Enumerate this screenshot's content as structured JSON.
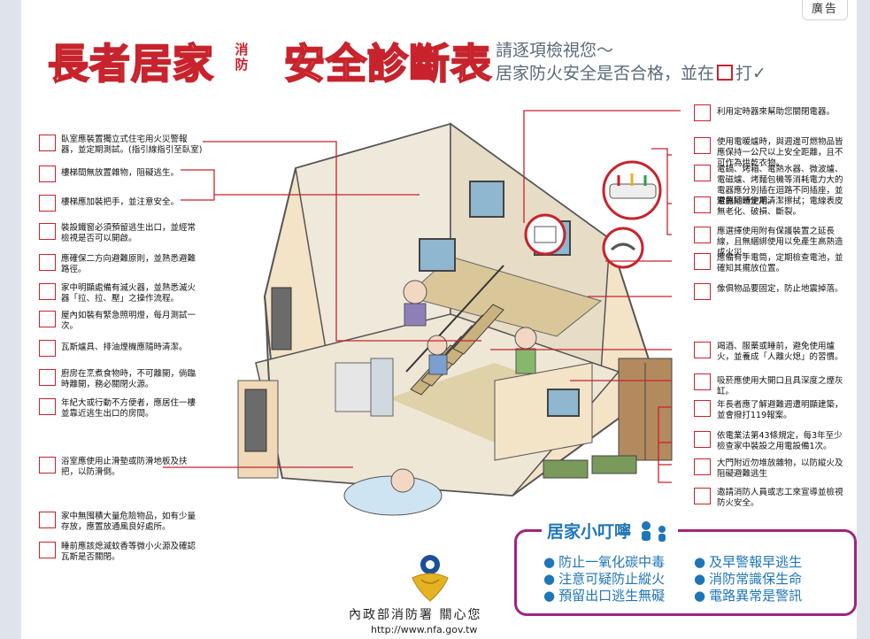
{
  "ad_label": "廣告",
  "title": {
    "part1": "長者居家",
    "small": "消防",
    "part2": "安全診斷表"
  },
  "subtitle": {
    "line1": "請逐項檢視您～",
    "line2_before": "居家防火安全是否合格，並在",
    "line2_after": "打✓"
  },
  "left_items": [
    "臥室應裝置獨立式住宅用火災警報器，並定期測試。(指引線指引至臥室)",
    "樓梯間無放置雜物，阻礙逃生。",
    "樓梯應加裝把手，並注意安全。",
    "裝設鐵窗必須預留逃生出口，並經常檢視是否可以開啟。",
    "應確保二方向避難原則，並熟悉避難路徑。",
    "家中明顯處備有滅火器，並熟悉滅火器「拉、拉、壓」之操作流程。",
    "屋內如裝有緊急照明燈，每月測試一次。",
    "瓦斯爐具、排油煙機應隨時清潔。",
    "廚房在烹煮食物時，不可離開，倘臨時離開，務必關閉火源。",
    "年紀大或行動不方便者，應居住一樓並靠近逃生出口的房間。",
    "浴室應使用止滑墊或防滑地板及扶把，以防滑倒。",
    "家中無囤積大量危險物品，如有少量存放，應置放通風良好處所。",
    "睡前應該熄滅蚊香等微小火源及確認瓦斯是否關閉。"
  ],
  "right_items": [
    "利用定時器來幫助您關閉電器。",
    "使用電暖爐時，與週邊可燃物品皆應保持一公尺以上安全距離，且不可作為烘乾衣物。",
    "電鍋、烤箱、電熱水器、微波爐、電磁爐、烤麵包機等消耗電力大的電器應分別插在迴路不同插座，並避免同時使用。",
    "電器插頭定期清潔擦拭；電線表皮無老化、破損、斷裂。",
    "應選擇使用附有保護裝置之延長線，且無綑綁使用以免產生高熱造成火災。",
    "應備有手電筒，定期檢查電池，並確知其擺放位置。",
    "像俱物品要固定，防止地震掉落。",
    "竭酒、服藥或睡前，避免使用爐火，並養成「人離火熄」的習慣。",
    "吸菸應使用大開口且具深度之煙灰缸。",
    "年長者應了解避難週遭明顯建築，並會撥打119報案。",
    "依電業法第43條規定，每3年至少檢查家中裝設之用電設備1次。",
    "大門附近勿堆放雜物，以防縱火及阻礙避難逃生",
    "邀請消防人員或志工來宣導並檢視防火安全。"
  ],
  "tips": {
    "title": "居家小叮嚀",
    "items": [
      "防止一氧化碳中毒",
      "注意可疑防止縱火",
      "預留出口逃生無礙",
      "及早警報早逃生",
      "消防常識保生命",
      "電路異常是警訊"
    ]
  },
  "footer": {
    "org": "內政部消防署  關心您",
    "url": "http://www.nfa.gov.tw"
  },
  "colors": {
    "title_red": "#c8232c",
    "tips_blue": "#1f76b7",
    "tips_border": "#a0267c"
  }
}
